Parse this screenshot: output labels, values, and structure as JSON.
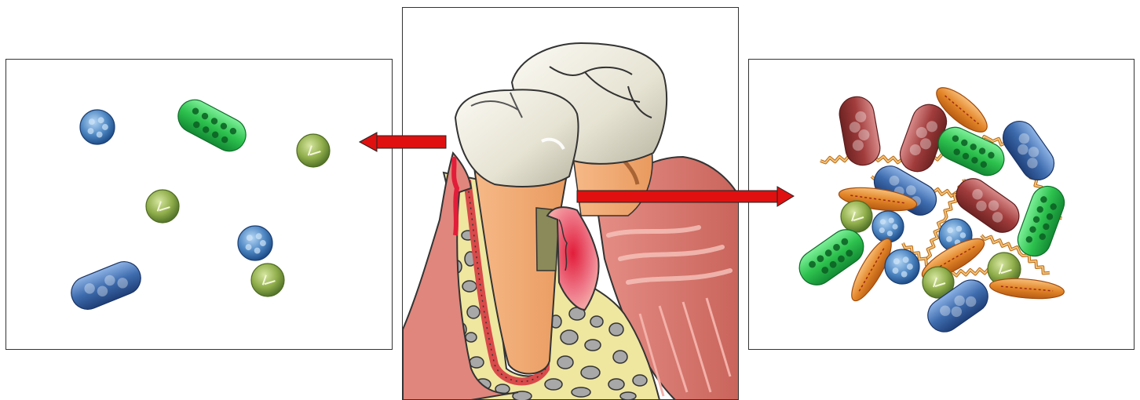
{
  "figure": {
    "panels": [
      {
        "id": "healthy-flora",
        "bacteria_count": 7
      },
      {
        "id": "tooth-cross-section"
      },
      {
        "id": "periodontitis-flora",
        "bacteria_count": 30
      }
    ],
    "arrows": [
      {
        "from": "gingival-margin-healthy",
        "to": "healthy-flora",
        "direction": "left"
      },
      {
        "from": "periodontal-pocket",
        "to": "periodontitis-flora",
        "direction": "right"
      }
    ],
    "colors": {
      "arrow": "#e01010",
      "cocci_blue": "#4d86c2",
      "cocci_green": "#8fad4a",
      "rod_green": "#2ec24f",
      "rod_blue": "#3e6cae",
      "rod_maroon": "#a13c3c",
      "fusiform_orange": "#e38629",
      "spirochete": "#e0a34c",
      "bone": "#efe6a0",
      "root": "#f0a76c",
      "enamel": "#e6e3d3",
      "gingiva": "#e0867d",
      "inflammation": "#e21d3a"
    },
    "icons": [
      "coccus-icon",
      "bacillus-icon",
      "fusiform-icon",
      "spirochete-icon"
    ]
  }
}
